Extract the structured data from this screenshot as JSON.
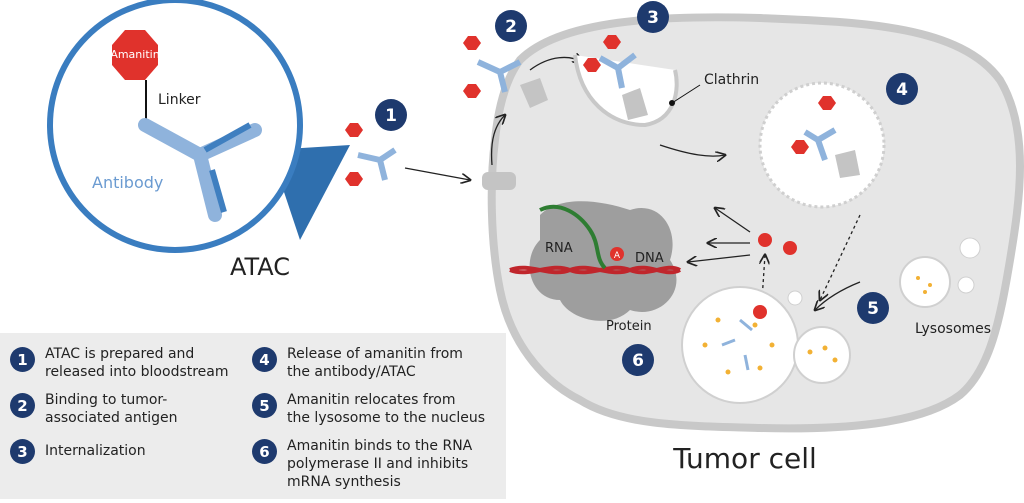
{
  "diagram": {
    "title_atac": "ATAC",
    "title_tumor": "Tumor cell",
    "labels": {
      "amanitin": "Amanitin",
      "linker": "Linker",
      "antibody": "Antibody",
      "clathrin": "Clathrin",
      "rna": "RNA",
      "dna": "DNA",
      "protein": "Protein",
      "lysosomes": "Lysosomes",
      "amanitin_marker": "A"
    },
    "step_badges": [
      "1",
      "2",
      "3",
      "4",
      "5",
      "6"
    ],
    "colors": {
      "badge": "#1e3a6e",
      "antibody_light": "#8fb3dc",
      "antibody_dark": "#3f7fc0",
      "amanitin_red": "#e0322c",
      "cell_fill": "#e6e6e6",
      "cell_border": "#c8c8c8",
      "dna_red": "#c0262c",
      "rna_green": "#2e7d32",
      "lysosome_dot": "#f2b134",
      "zoom_circle": "#3a7dc0"
    }
  },
  "legend": {
    "items": [
      {
        "num": "1",
        "text": "ATAC is prepared and\nreleased into bloodstream"
      },
      {
        "num": "2",
        "text": "Binding to tumor-\nassociated antigen"
      },
      {
        "num": "3",
        "text": "Internalization"
      },
      {
        "num": "4",
        "text": "Release of amanitin from\nthe antibody/ATAC"
      },
      {
        "num": "5",
        "text": "Amanitin relocates from\nthe lysosome to the nucleus"
      },
      {
        "num": "6",
        "text": "Amanitin binds to the RNA\npolymerase II and inhibits\nmRNA synthesis"
      }
    ]
  }
}
